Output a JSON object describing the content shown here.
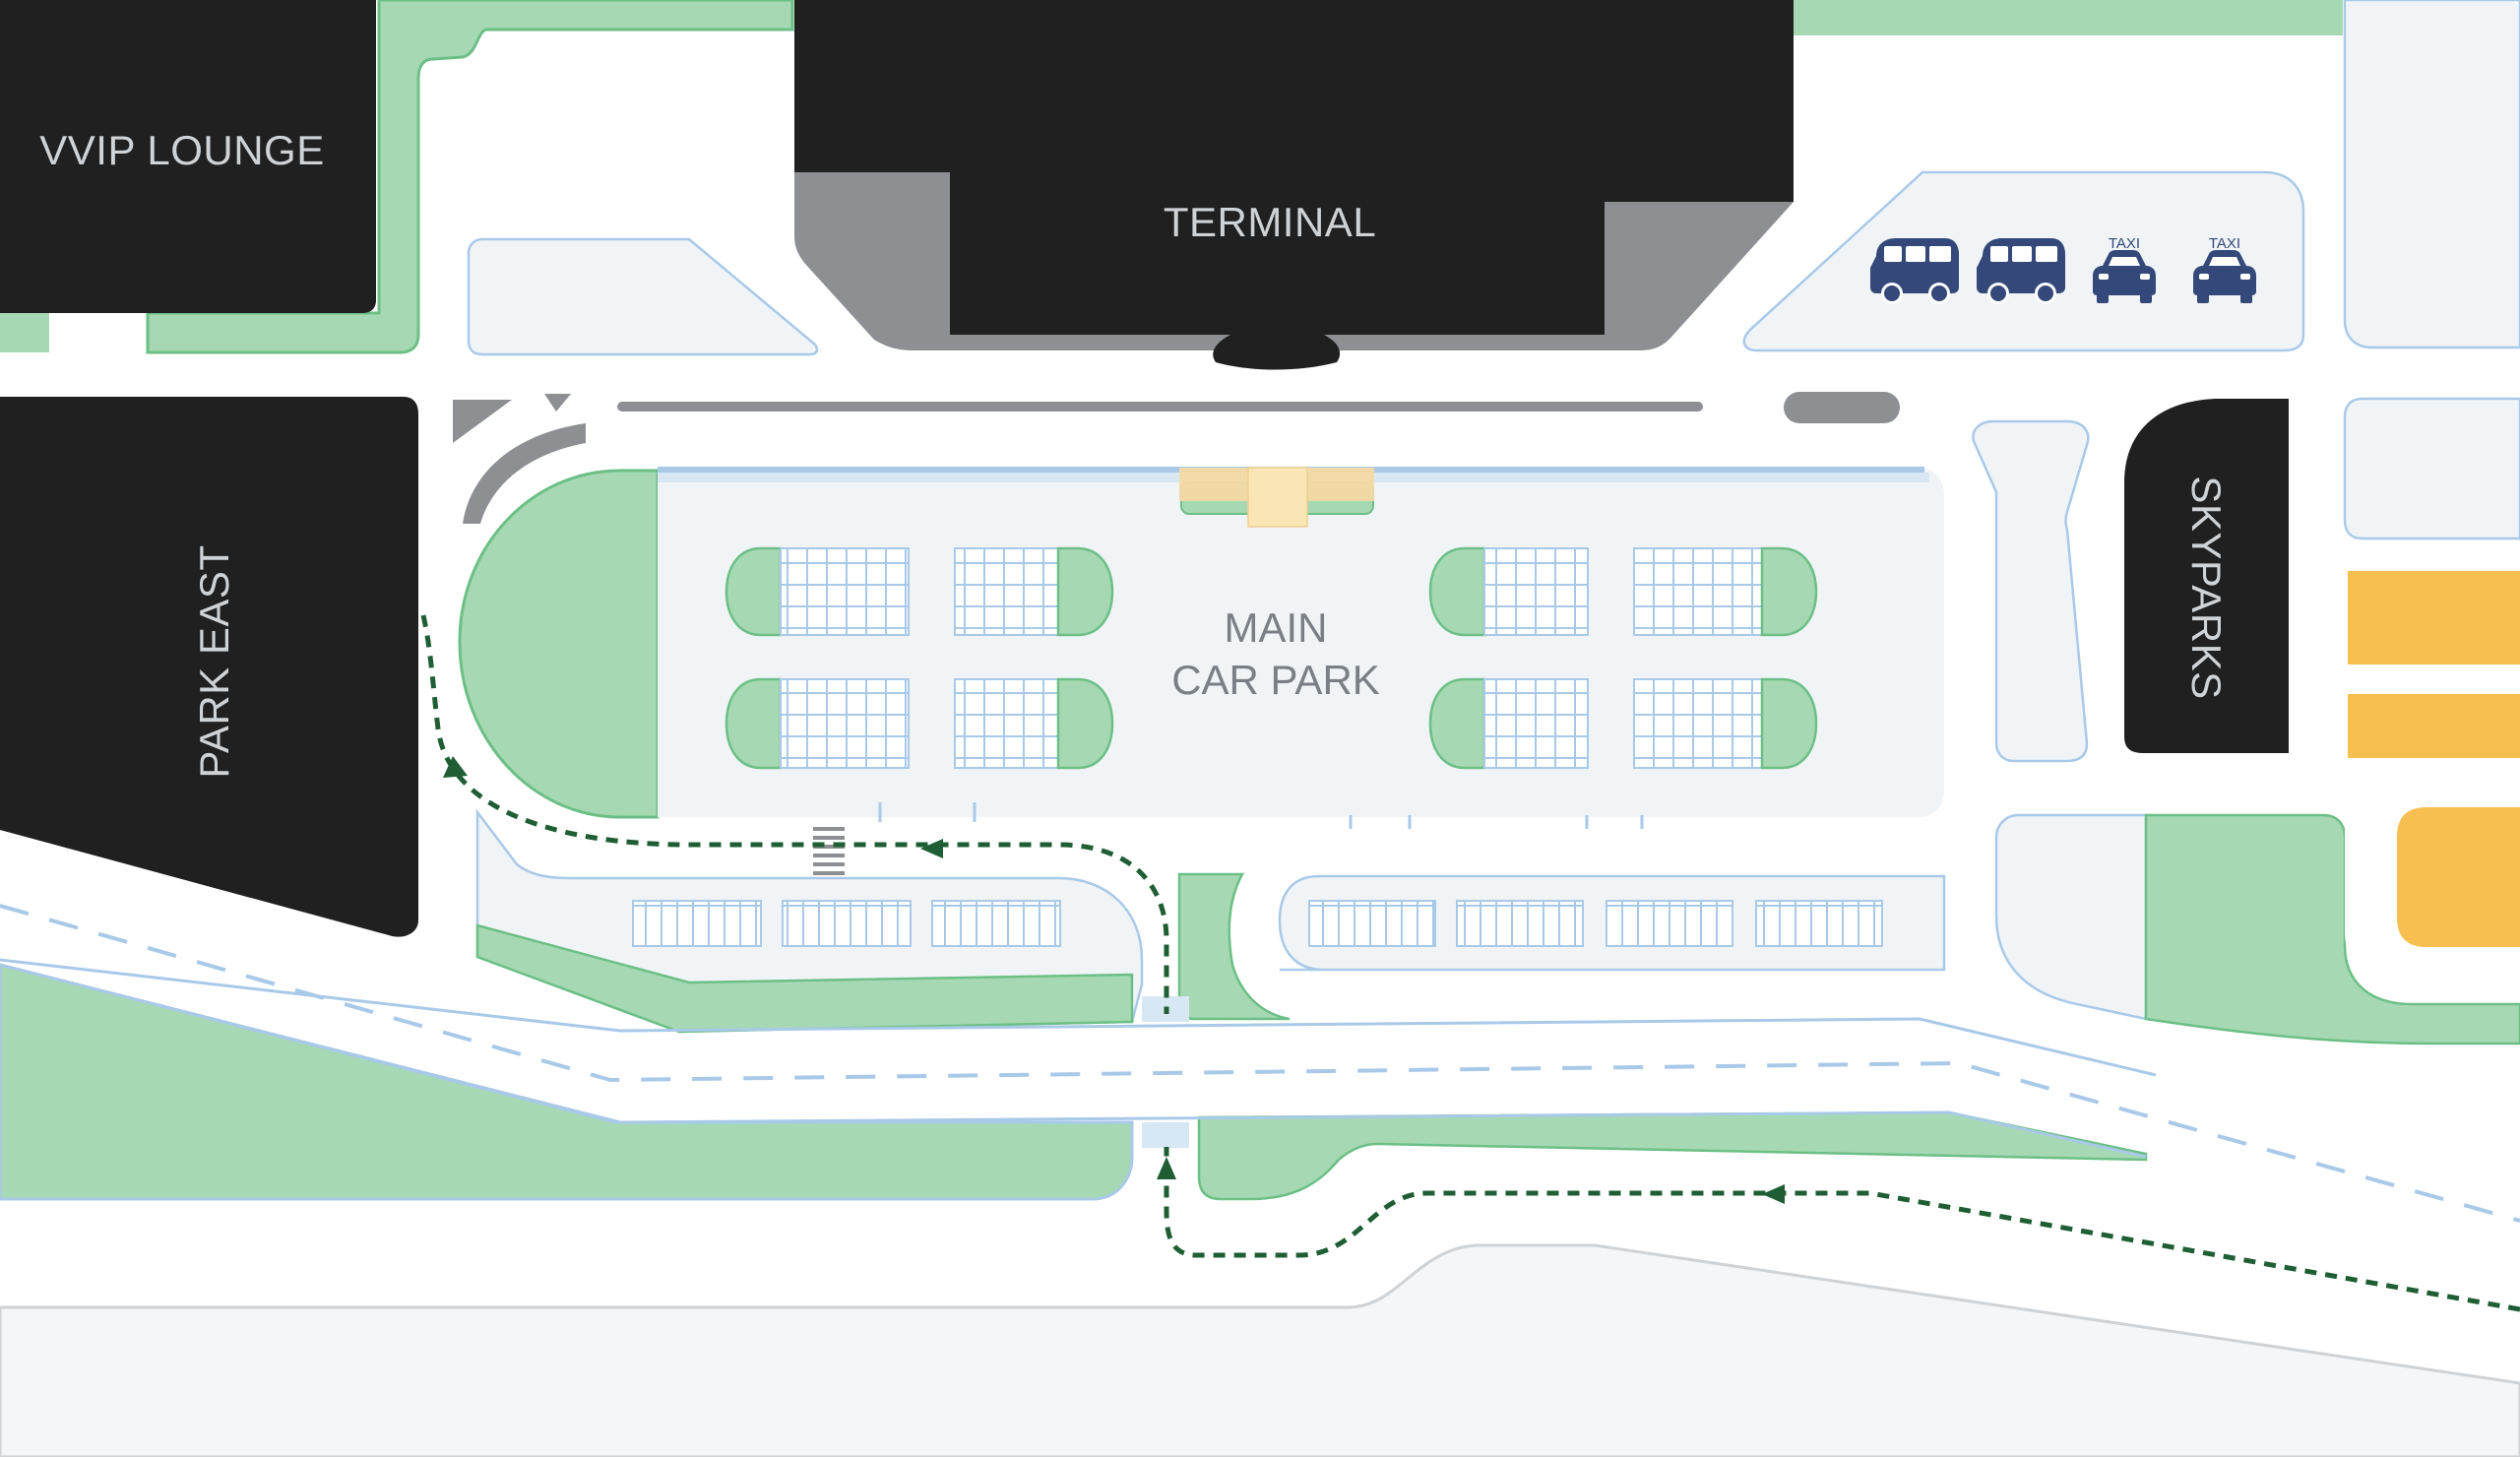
{
  "labels": {
    "vvip_lounge": "VVIP LOUNGE",
    "terminal": "TERMINAL",
    "park_east": "PARK EAST",
    "main_car_park_line1": "MAIN",
    "main_car_park_line2": "CAR PARK",
    "skyparks": "SKYPARKS"
  },
  "icons": {
    "taxi_text": "TAXI",
    "vehicles": [
      "minibus-icon",
      "minibus-icon",
      "taxi-icon",
      "taxi-icon"
    ]
  },
  "colors": {
    "building": "#202020",
    "building_shadow": "#8d8f92",
    "green": "#a6d9b3",
    "green_stroke": "#6cbf86",
    "lot": "#f1f4f6",
    "lot_stroke": "#a9c9e8",
    "road_edge": "#a9c9e8",
    "route": "#1f5e34",
    "yellow": "#f6bf50",
    "vehicle": "#34497a",
    "ground": "#f4f6f7"
  }
}
